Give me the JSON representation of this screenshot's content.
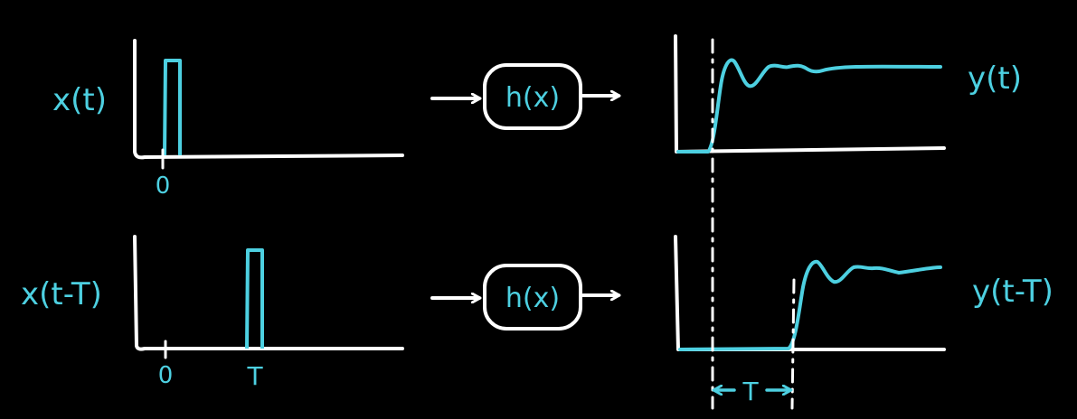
{
  "colors": {
    "background": "#000000",
    "ink": "#ffffff",
    "signal": "#4dd0e1"
  },
  "top_row": {
    "input_label": "x(t)",
    "input_tick": "0",
    "system_label": "h(x)",
    "output_label": "y(t)"
  },
  "bottom_row": {
    "input_label": "x(t-T)",
    "input_tick_zero": "0",
    "input_tick_shift": "T",
    "system_label": "h(x)",
    "output_label": "y(t-T)"
  },
  "delay_marker": {
    "label": "T"
  }
}
